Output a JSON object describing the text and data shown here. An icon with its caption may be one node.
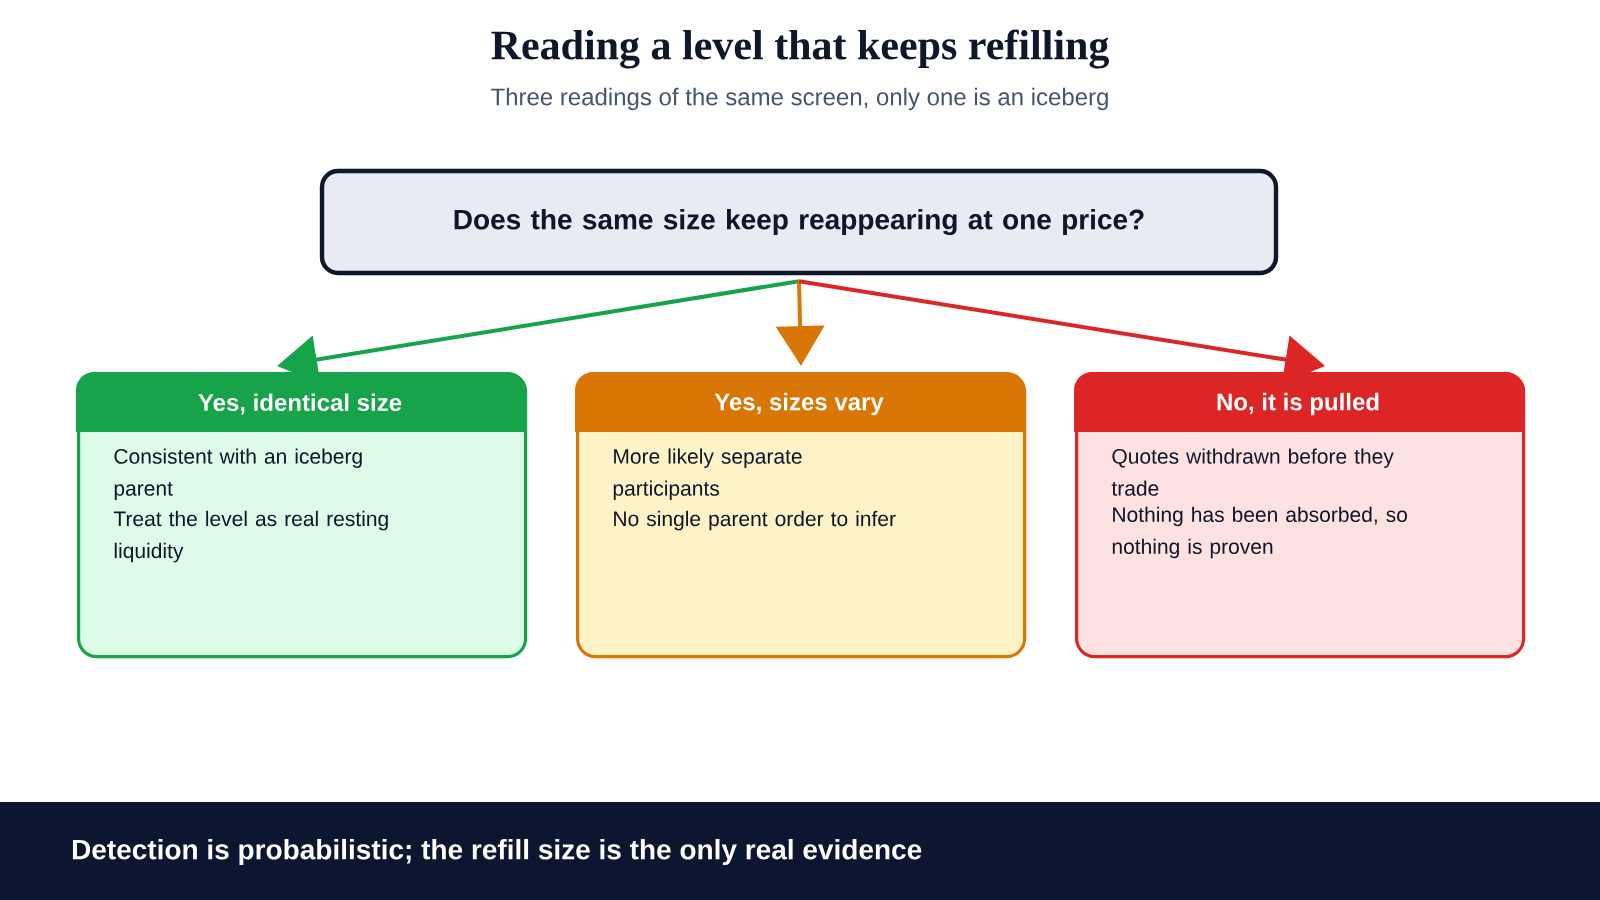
{
  "diagram": {
    "title": "Reading a level that keeps refilling",
    "nodes": [
      {
        "text": [
          "Does the same size keep reappearing at one price?"
        ]
      },
      {
        "text": [
          "Yes, identical size",
          "Consistent with an iceberg parent",
          "Treat the level as real resting liquidity"
        ]
      },
      {
        "text": [
          "Yes, sizes vary",
          "More likely separate participants",
          "No single parent order to infer"
        ]
      },
      {
        "text": [
          "No, it is pulled",
          "Quotes withdrawn before they trade",
          "Nothing has been absorbed, so nothing is proven"
        ]
      }
    ],
    "edges": [
      {
        "from": 0,
        "to": 1,
        "arrow": "to",
        "color": "#16a34a"
      },
      {
        "from": 0,
        "to": 2,
        "arrow": "to",
        "color": "#d97706"
      },
      {
        "from": 0,
        "to": 3,
        "arrow": "to",
        "color": "#dc2626"
      }
    ],
    "labels": [
      "Three readings of the same screen, only one is an iceberg",
      "Detection is probabilistic; the refill size is the only real evidence"
    ]
  }
}
